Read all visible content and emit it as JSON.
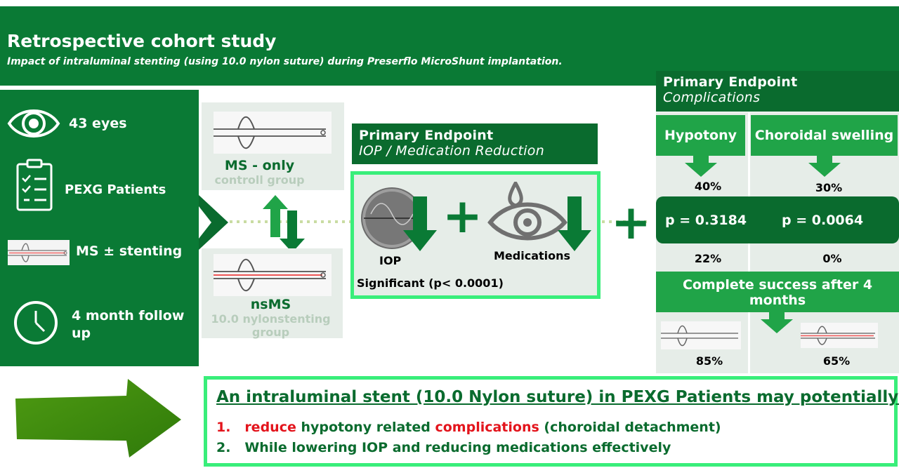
{
  "header": {
    "title": "Retrospective cohort study",
    "subtitle": "Impact of intraluminal stenting (using 10.0 nylon suture) during Preserflo MicroShunt implantation."
  },
  "study_facts": {
    "eyes": "43 eyes",
    "patients": "PEXG Patients",
    "stenting": "MS ± stenting",
    "follow_up_line1": "4 month follow",
    "follow_up_line2": "up"
  },
  "groups": {
    "ms_label": "MS - only",
    "ms_sublabel": "controll group",
    "nsms_label": "nsMS",
    "nsms_sublabel_line1": "10.0 nylonstenting",
    "nsms_sublabel_line2": "group"
  },
  "iop_endpoint": {
    "heading": "Primary Endpoint",
    "subheading": "IOP / Medication Reduction",
    "iop_label": "IOP",
    "medications_label": "Medications",
    "plus": "+",
    "significance": "Significant (p< 0.0001)"
  },
  "complications_endpoint": {
    "heading": "Primary Endpoint",
    "subheading": "Complications",
    "outer_plus": "+",
    "hypotony_label": "Hypotony",
    "choroidal_label": "Choroidal swelling",
    "hypotony_ms_pct": "40%",
    "choroidal_ms_pct": "30%",
    "p_hypotony": "p = 0.3184",
    "p_choroidal": "p = 0.0064",
    "hypotony_nsms_pct": "22%",
    "choroidal_nsms_pct": "0%",
    "success_line1": "Complete success after 4",
    "success_line2": "months",
    "success_ms_pct": "85%",
    "success_nsms_pct": "65%"
  },
  "conclusion": {
    "heading": "An intraluminal stent (10.0 Nylon suture) in PEXG Patients may potentially:",
    "item1_number": "1.",
    "item1_red1": "reduce",
    "item1_mid": " hypotony related ",
    "item1_red2": "complications",
    "item1_end": " (choroidal detachment)",
    "item2_number": "2.",
    "item2_text": "While lowering IOP and reducing medications effectively"
  },
  "colors": {
    "dark_green": "#0a6b2e",
    "header_green": "#0a7a35",
    "mid_green": "#20a448",
    "bright_green_border": "#39ee7a",
    "pale_bg": "#e6ede8",
    "red": "#e3141c"
  },
  "icons": [
    "eye-icon",
    "clipboard-checklist-icon",
    "microshunt-icon",
    "clock-icon",
    "swap-arrows-icon",
    "down-arrow-icon",
    "eye-drop-icon",
    "gauge-icon",
    "right-arrow-icon"
  ]
}
